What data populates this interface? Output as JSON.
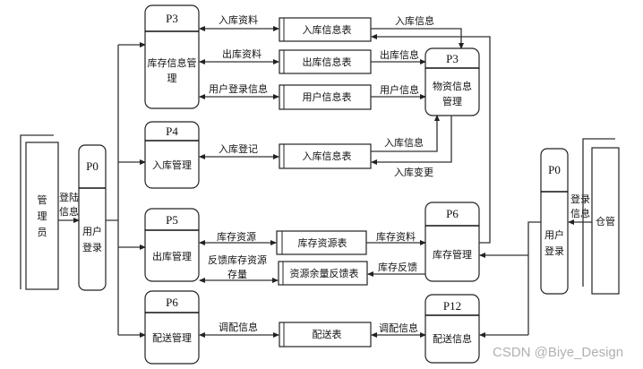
{
  "entities": {
    "admin": "管理员",
    "warehouse_keeper": "仓管"
  },
  "login_left": {
    "id": "P0",
    "label1": "用户",
    "label2": "登录",
    "flow1": "登陆",
    "flow2": "信息"
  },
  "login_right": {
    "id": "P0",
    "label1": "用户",
    "label2": "登录",
    "flow1": "登录",
    "flow2": "信息"
  },
  "processes": {
    "p3_left": {
      "id": "P3",
      "line1": "库存信息管",
      "line2": "理"
    },
    "p4": {
      "id": "P4",
      "line1": "入库管理"
    },
    "p5": {
      "id": "P5",
      "line1": "出库管理"
    },
    "p6_left": {
      "id": "P6",
      "line1": "配送管理"
    },
    "p3_right": {
      "id": "P3",
      "line1": "物资信息",
      "line2": "管理"
    },
    "p6_right": {
      "id": "P6",
      "line1": "库存管理"
    },
    "p12": {
      "id": "P12",
      "line1": "配送信息"
    }
  },
  "stores": {
    "s1": "入库信息表",
    "s2": "出库信息表",
    "s3": "用户信息表",
    "s4": "入库信息表",
    "s5": "库存资源表",
    "s6": "资源余量反馈表",
    "s7": "配送表"
  },
  "flows": {
    "f1": "入库资料",
    "f2": "出库资料",
    "f3": "用户登录信息",
    "f4": "入库登记",
    "f5": "库存资源",
    "f6a": "反馈库存资源",
    "f6b": "存量",
    "f7": "调配信息",
    "r1": "入库信息",
    "r2": "出库信息",
    "r3": "用户信息",
    "r4": "入库信息",
    "r5": "入库变更",
    "r6": "库存资料",
    "r7": "库存反馈",
    "r8": "调配信息"
  },
  "watermark": "CSDN @Biye_Design"
}
